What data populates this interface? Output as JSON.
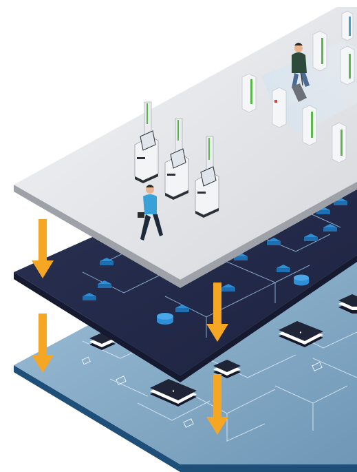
{
  "layers": [
    {
      "id": "terminal",
      "top_color": "#dcdde0",
      "side_color": "#9ea2a8"
    },
    {
      "id": "network",
      "top_color": "#242b48",
      "side_color": "#151a30",
      "node_color": "#2f8fd6",
      "line_color": "#8fb6da"
    },
    {
      "id": "infrastructure",
      "top_color": "#7fa7c4",
      "side_color": "#1e4f78",
      "line_color": "#d6e6f2"
    }
  ],
  "arrow_color": "#f5a623",
  "kiosk_count": 3,
  "gate_count": 6,
  "people": [
    {
      "id": "traveler-with-suitcase",
      "shirt": "#2d4a3a"
    },
    {
      "id": "walking-person",
      "shirt": "#3aa0d8"
    }
  ],
  "chip_label": "⬪"
}
